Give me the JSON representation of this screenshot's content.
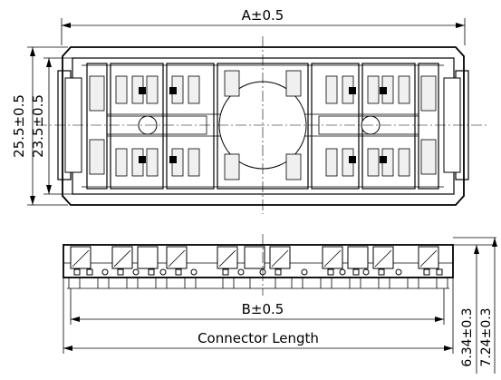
{
  "top_view": {
    "dim_overall_width": "A±0.5",
    "dim_outer_height": "25.5±0.5",
    "dim_inner_height": "23.5±0.5"
  },
  "side_view": {
    "dim_pitch_span": "B±0.5",
    "dim_connector_length": "Connector Length",
    "dim_height_short": "6.34±0.3",
    "dim_height_tall": "7.24±0.3"
  }
}
